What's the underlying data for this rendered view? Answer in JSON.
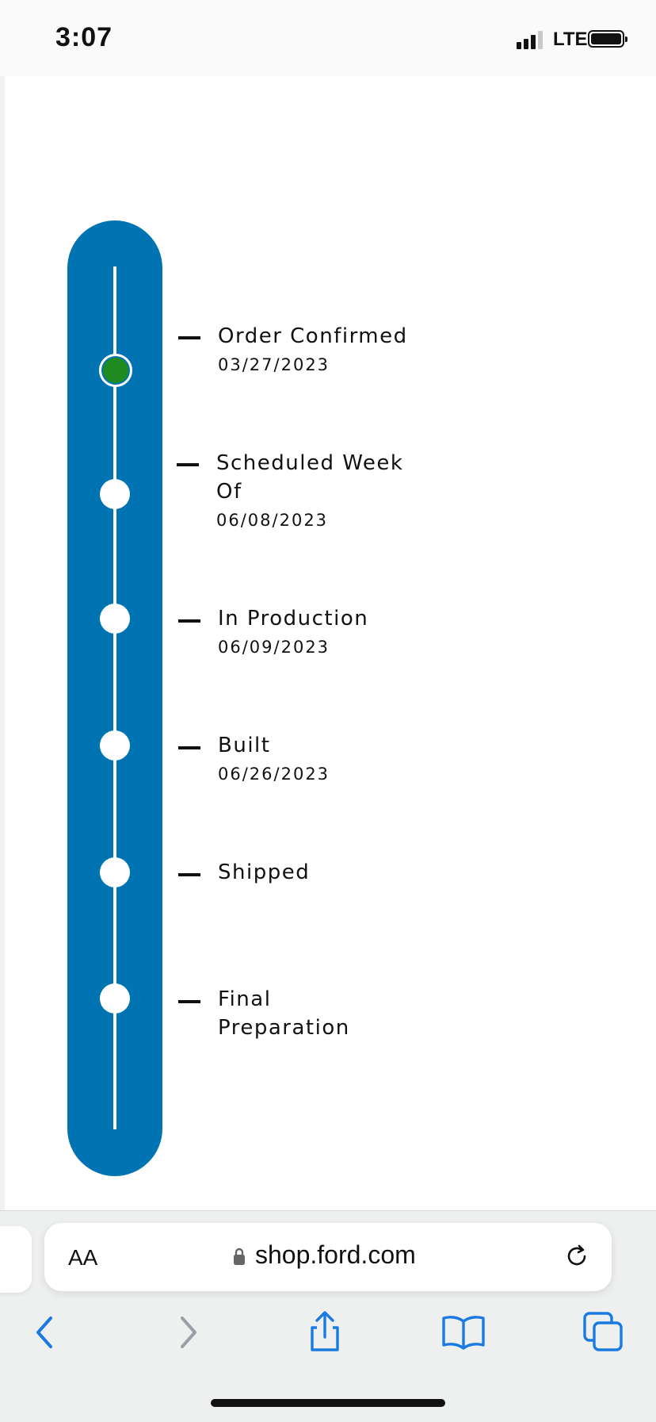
{
  "status_bar": {
    "time": "3:07",
    "network": "LTE"
  },
  "colors": {
    "tracker_blue": "#0073b3",
    "current_node": "#1f8a1f",
    "safari_blue": "#1a7ae0"
  },
  "tracker": {
    "steps": [
      {
        "label": "Order Confirmed",
        "date": "03/27/2023",
        "status": "current"
      },
      {
        "label": "Scheduled Week Of",
        "date": "06/08/2023",
        "status": "upcoming"
      },
      {
        "label": "In Production",
        "date": "06/09/2023",
        "status": "upcoming"
      },
      {
        "label": "Built",
        "date": "06/26/2023",
        "status": "upcoming"
      },
      {
        "label": "Shipped",
        "date": "",
        "status": "upcoming"
      },
      {
        "label": "Final Preparation",
        "date": "",
        "status": "upcoming"
      }
    ]
  },
  "browser": {
    "text_size_label": "AA",
    "url": "shop.ford.com",
    "icons": [
      "back-icon",
      "forward-icon",
      "share-icon",
      "bookmarks-icon",
      "tabs-icon"
    ]
  }
}
